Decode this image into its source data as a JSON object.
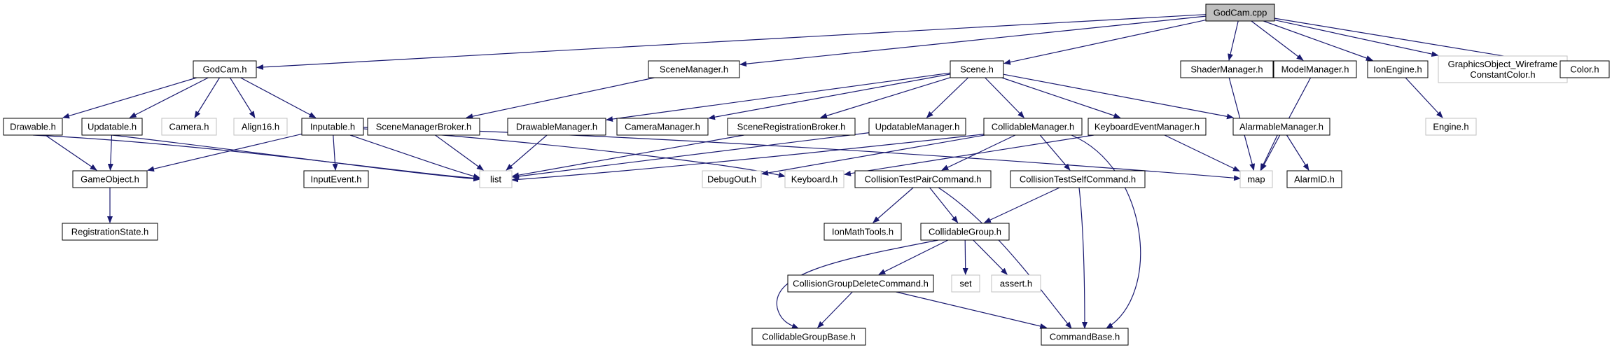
{
  "graph": {
    "colors": {
      "edge": "#191970",
      "border": "#000000",
      "dim_border": "#c0c0c0",
      "root_fill": "#bfbfbf",
      "fill": "#ffffff",
      "text": "#000000"
    },
    "nodes": [
      {
        "id": "godcam_cpp",
        "label": [
          "GodCam.cpp"
        ],
        "style": "root"
      },
      {
        "id": "godcam_h",
        "label": [
          "GodCam.h"
        ],
        "style": "normal"
      },
      {
        "id": "scenemanager_h",
        "label": [
          "SceneManager.h"
        ],
        "style": "normal"
      },
      {
        "id": "scene_h",
        "label": [
          "Scene.h"
        ],
        "style": "normal"
      },
      {
        "id": "shadermanager_h",
        "label": [
          "ShaderManager.h"
        ],
        "style": "normal"
      },
      {
        "id": "modelmanager_h",
        "label": [
          "ModelManager.h"
        ],
        "style": "normal"
      },
      {
        "id": "ionengine_h",
        "label": [
          "IonEngine.h"
        ],
        "style": "normal"
      },
      {
        "id": "graphicsobject_h",
        "label": [
          "GraphicsObject_Wireframe",
          "ConstantColor.h"
        ],
        "style": "dim"
      },
      {
        "id": "color_h",
        "label": [
          "Color.h"
        ],
        "style": "normal"
      },
      {
        "id": "drawable_h",
        "label": [
          "Drawable.h"
        ],
        "style": "normal"
      },
      {
        "id": "updatable_h",
        "label": [
          "Updatable.h"
        ],
        "style": "normal"
      },
      {
        "id": "camera_h",
        "label": [
          "Camera.h"
        ],
        "style": "dim"
      },
      {
        "id": "align16_h",
        "label": [
          "Align16.h"
        ],
        "style": "dim"
      },
      {
        "id": "inputable_h",
        "label": [
          "Inputable.h"
        ],
        "style": "normal"
      },
      {
        "id": "scenemanagerbroker_h",
        "label": [
          "SceneManagerBroker.h"
        ],
        "style": "normal"
      },
      {
        "id": "drawablemanager_h",
        "label": [
          "DrawableManager.h"
        ],
        "style": "normal"
      },
      {
        "id": "cameramanager_h",
        "label": [
          "CameraManager.h"
        ],
        "style": "normal"
      },
      {
        "id": "sceneregistrationbroker_h",
        "label": [
          "SceneRegistrationBroker.h"
        ],
        "style": "normal"
      },
      {
        "id": "updatablemanager_h",
        "label": [
          "UpdatableManager.h"
        ],
        "style": "normal"
      },
      {
        "id": "collidablemanager_h",
        "label": [
          "CollidableManager.h"
        ],
        "style": "normal"
      },
      {
        "id": "keyboardeventmanager_h",
        "label": [
          "KeyboardEventManager.h"
        ],
        "style": "normal"
      },
      {
        "id": "alarmablemanager_h",
        "label": [
          "AlarmableManager.h"
        ],
        "style": "normal"
      },
      {
        "id": "engine_h",
        "label": [
          "Engine.h"
        ],
        "style": "dim"
      },
      {
        "id": "gameobject_h",
        "label": [
          "GameObject.h"
        ],
        "style": "normal"
      },
      {
        "id": "inputevent_h",
        "label": [
          "InputEvent.h"
        ],
        "style": "normal"
      },
      {
        "id": "list",
        "label": [
          "list"
        ],
        "style": "dim"
      },
      {
        "id": "debugout_h",
        "label": [
          "DebugOut.h"
        ],
        "style": "dim"
      },
      {
        "id": "keyboard_h",
        "label": [
          "Keyboard.h"
        ],
        "style": "dim"
      },
      {
        "id": "collisiontestpaircommand_h",
        "label": [
          "CollisionTestPairCommand.h"
        ],
        "style": "normal"
      },
      {
        "id": "collisiontestselfcommand_h",
        "label": [
          "CollisionTestSelfCommand.h"
        ],
        "style": "normal"
      },
      {
        "id": "map",
        "label": [
          "map"
        ],
        "style": "dim"
      },
      {
        "id": "alarmid_h",
        "label": [
          "AlarmID.h"
        ],
        "style": "normal"
      },
      {
        "id": "registrationstate_h",
        "label": [
          "RegistrationState.h"
        ],
        "style": "normal"
      },
      {
        "id": "ionmathtools_h",
        "label": [
          "IonMathTools.h"
        ],
        "style": "normal"
      },
      {
        "id": "collidablegroup_h",
        "label": [
          "CollidableGroup.h"
        ],
        "style": "normal"
      },
      {
        "id": "collisiongroupdeletecommand_h",
        "label": [
          "CollisionGroupDeleteCommand.h"
        ],
        "style": "normal"
      },
      {
        "id": "set",
        "label": [
          "set"
        ],
        "style": "dim"
      },
      {
        "id": "assert_h",
        "label": [
          "assert.h"
        ],
        "style": "dim"
      },
      {
        "id": "collidablegroupbase_h",
        "label": [
          "CollidableGroupBase.h"
        ],
        "style": "normal"
      },
      {
        "id": "commandbase_h",
        "label": [
          "CommandBase.h"
        ],
        "style": "normal"
      }
    ],
    "edges": [
      [
        "godcam_cpp",
        "godcam_h"
      ],
      [
        "godcam_cpp",
        "scenemanager_h"
      ],
      [
        "godcam_cpp",
        "scene_h"
      ],
      [
        "godcam_cpp",
        "shadermanager_h"
      ],
      [
        "godcam_cpp",
        "modelmanager_h"
      ],
      [
        "godcam_cpp",
        "ionengine_h"
      ],
      [
        "godcam_cpp",
        "graphicsobject_h"
      ],
      [
        "godcam_cpp",
        "color_h"
      ],
      [
        "godcam_h",
        "drawable_h"
      ],
      [
        "godcam_h",
        "updatable_h"
      ],
      [
        "godcam_h",
        "camera_h"
      ],
      [
        "godcam_h",
        "align16_h"
      ],
      [
        "godcam_h",
        "inputable_h"
      ],
      [
        "scenemanager_h",
        "scenemanagerbroker_h"
      ],
      [
        "scene_h",
        "drawablemanager_h"
      ],
      [
        "scene_h",
        "cameramanager_h"
      ],
      [
        "scene_h",
        "sceneregistrationbroker_h"
      ],
      [
        "scene_h",
        "updatablemanager_h"
      ],
      [
        "scene_h",
        "collidablemanager_h"
      ],
      [
        "scene_h",
        "keyboardeventmanager_h"
      ],
      [
        "scene_h",
        "alarmablemanager_h"
      ],
      [
        "shadermanager_h",
        "map"
      ],
      [
        "modelmanager_h",
        "map"
      ],
      [
        "ionengine_h",
        "engine_h"
      ],
      [
        "drawable_h",
        "gameobject_h"
      ],
      [
        "drawable_h",
        "list"
      ],
      [
        "updatable_h",
        "gameobject_h"
      ],
      [
        "updatable_h",
        "list"
      ],
      [
        "inputable_h",
        "gameobject_h"
      ],
      [
        "inputable_h",
        "inputevent_h"
      ],
      [
        "inputable_h",
        "list"
      ],
      [
        "inputable_h",
        "keyboard_h"
      ],
      [
        "inputable_h",
        "map"
      ],
      [
        "scenemanagerbroker_h",
        "list"
      ],
      [
        "drawablemanager_h",
        "list"
      ],
      [
        "sceneregistrationbroker_h",
        "list"
      ],
      [
        "updatablemanager_h",
        "list"
      ],
      [
        "collidablemanager_h",
        "list"
      ],
      [
        "collidablemanager_h",
        "debugout_h"
      ],
      [
        "collidablemanager_h",
        "collisiontestpaircommand_h"
      ],
      [
        "collidablemanager_h",
        "collisiontestselfcommand_h"
      ],
      [
        "collidablemanager_h",
        "commandbase_h"
      ],
      [
        "keyboardeventmanager_h",
        "keyboard_h"
      ],
      [
        "keyboardeventmanager_h",
        "map"
      ],
      [
        "alarmablemanager_h",
        "map"
      ],
      [
        "alarmablemanager_h",
        "alarmid_h"
      ],
      [
        "gameobject_h",
        "registrationstate_h"
      ],
      [
        "collisiontestpaircommand_h",
        "ionmathtools_h"
      ],
      [
        "collisiontestpaircommand_h",
        "collidablegroup_h"
      ],
      [
        "collisiontestpaircommand_h",
        "commandbase_h"
      ],
      [
        "collisiontestselfcommand_h",
        "collidablegroup_h"
      ],
      [
        "collisiontestselfcommand_h",
        "commandbase_h"
      ],
      [
        "collidablegroup_h",
        "collisiongroupdeletecommand_h"
      ],
      [
        "collidablegroup_h",
        "set"
      ],
      [
        "collidablegroup_h",
        "assert_h"
      ],
      [
        "collidablegroup_h",
        "collidablegroupbase_h"
      ],
      [
        "collisiongroupdeletecommand_h",
        "collidablegroupbase_h"
      ],
      [
        "collisiongroupdeletecommand_h",
        "commandbase_h"
      ]
    ]
  }
}
